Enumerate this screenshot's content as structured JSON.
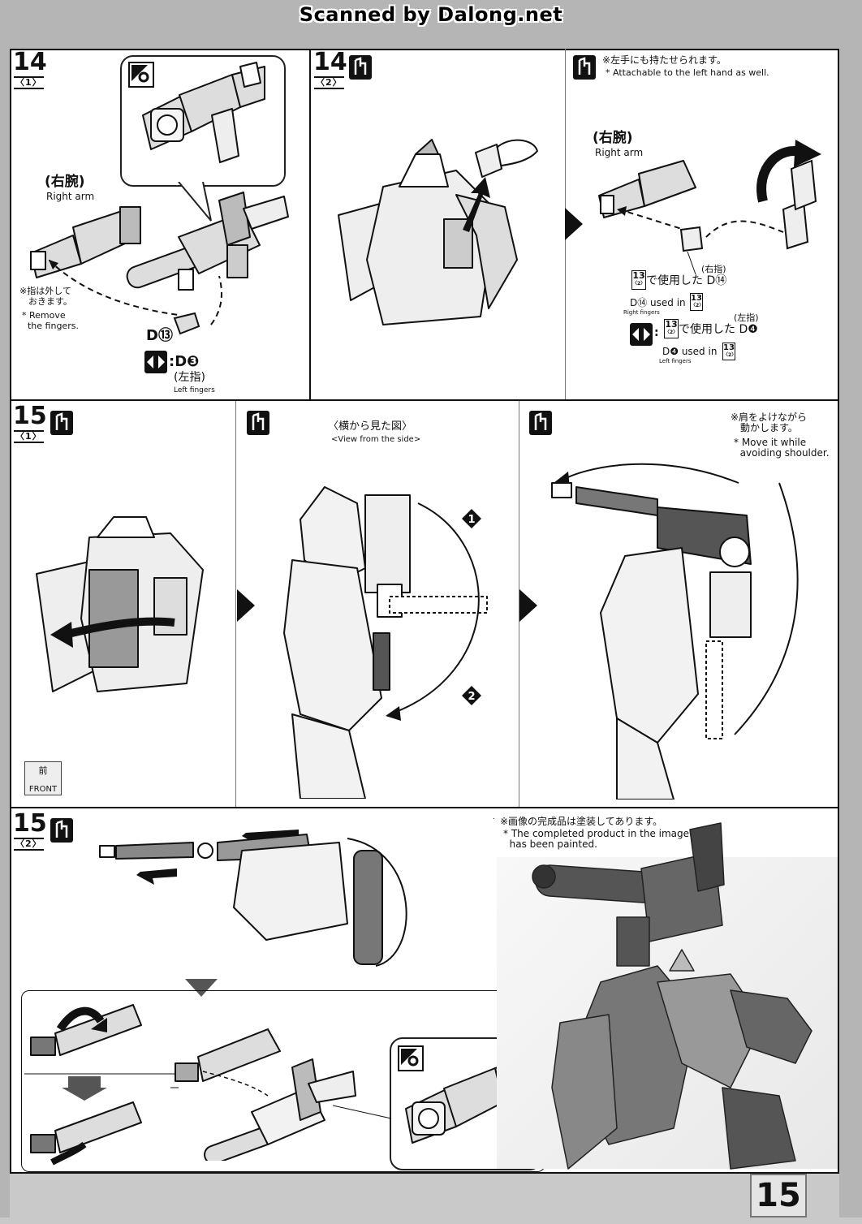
{
  "watermark": "Scanned by Dalong.net",
  "page_number": "15",
  "step14_1": {
    "num": "14",
    "sub": "〈1〉",
    "right_arm_jp": "(右腕)",
    "right_arm_en": "Right arm",
    "note_jp": "※指は外して\n　おきます。",
    "note_en": "* Remove\n  the fingers.",
    "part_d13": "D⑬",
    "swap_part": ":D❸",
    "left_fingers_jp": "(左指)",
    "left_fingers_en": "Left fingers"
  },
  "step14_2": {
    "num": "14",
    "sub": "〈2〉",
    "note_jp": "※左手にも持たせられます。",
    "note_en": "* Attachable to the left hand as well.",
    "right_arm_jp": "(右腕)",
    "right_arm_en": "Right arm",
    "right_fingers_jp": "(右指)",
    "used_in_jp_1": "で使用した D⑭",
    "used_in_en_1": "D⑭ used in",
    "right_fingers_en": "Right fingers",
    "left_fingers_jp": "(左指)",
    "used_in_jp_2": "で使用した D❹",
    "used_in_en_2": "D❹ used in",
    "left_fingers_en": "Left fingers",
    "ref_step": "13",
    "ref_sub": "〈2〉"
  },
  "step15_1": {
    "num": "15",
    "sub": "〈1〉",
    "side_view_jp": "〈横から見た図〉",
    "side_view_en": "<View from the side>",
    "note_jp": "※肩をよけながら\n　動かします。",
    "note_en": "* Move it while\n  avoiding shoulder.",
    "front_jp": "前",
    "front_en": "FRONT"
  },
  "step15_2": {
    "num": "15",
    "sub": "〈2〉",
    "painted_jp": "※画像の完成品は塗装してあります。",
    "painted_en": "* The completed product in the image\n  has been painted."
  },
  "icons": [
    "assemble-hand-icon",
    "zoom-detail-icon",
    "swap-part-icon"
  ]
}
